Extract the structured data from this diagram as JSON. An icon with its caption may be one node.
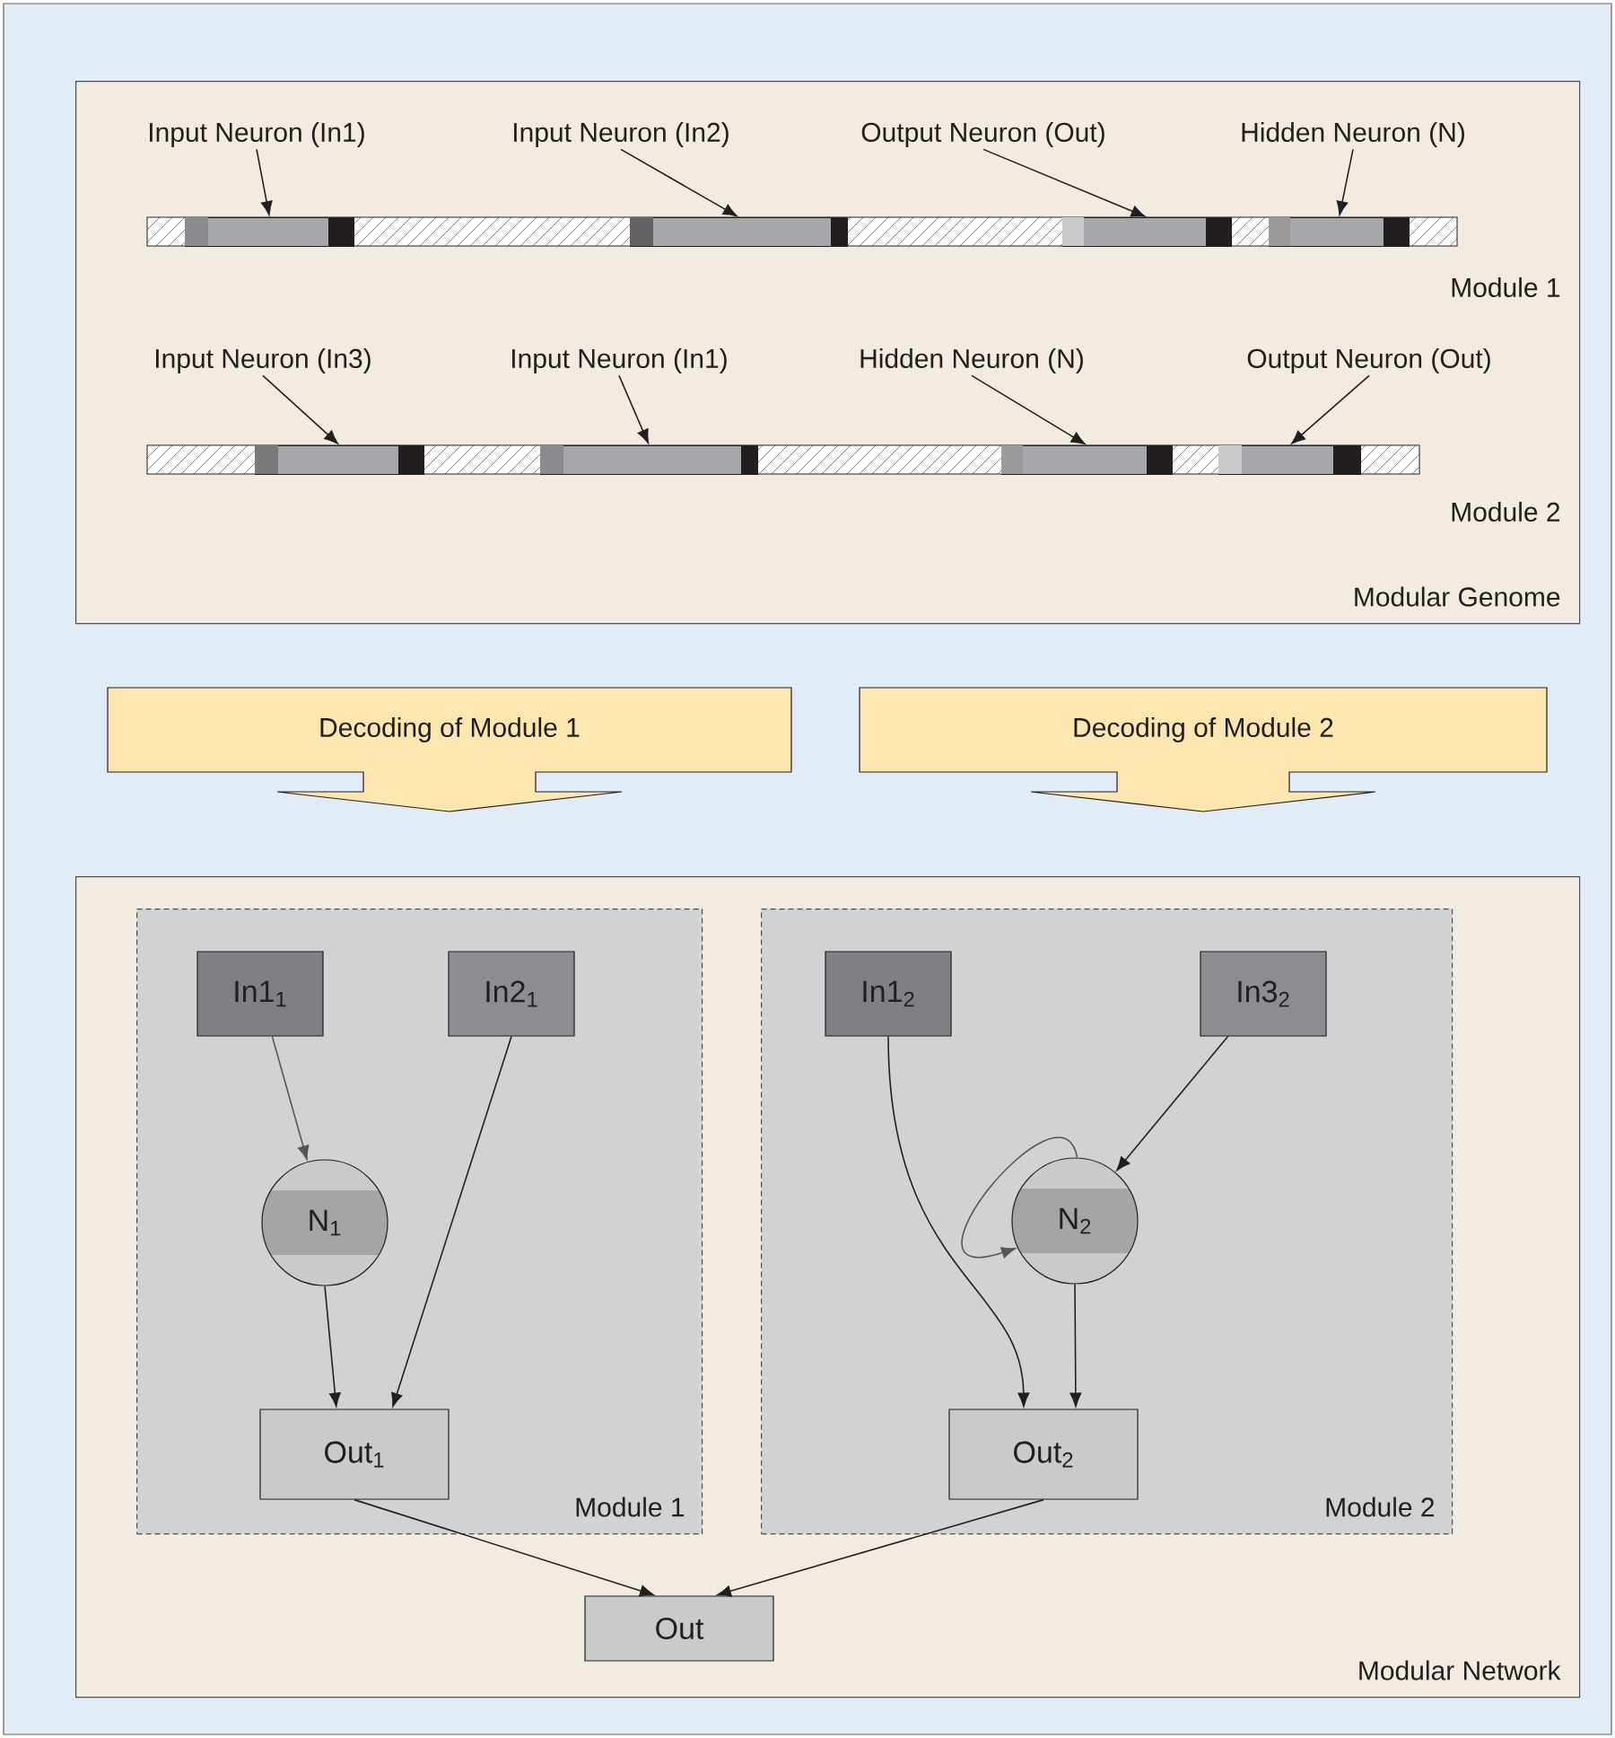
{
  "diagram": {
    "nodes": [
      {
        "text": [
          "Modular Genome"
        ]
      },
      {
        "text": [
          "Input Neuron (In1)"
        ],
        "in": 0
      },
      {
        "text": [
          "Input Neuron (In2)"
        ],
        "in": 0
      },
      {
        "text": [
          "Output Neuron (Out)"
        ],
        "in": 0
      },
      {
        "text": [
          "Hidden Neuron (N)"
        ],
        "in": 0
      },
      {
        "text": [
          "Input Neuron (In3)"
        ],
        "in": 0
      },
      {
        "text": [
          "Input Neuron (In1)"
        ],
        "in": 0
      },
      {
        "text": [
          "Hidden Neuron (N)"
        ],
        "in": 0
      },
      {
        "text": [
          "Output Neuron (Out)"
        ],
        "in": 0
      },
      {
        "text": [],
        "shape": "bar",
        "in": 0
      },
      {
        "text": [],
        "shape": "bar",
        "in": 0
      },
      {
        "text": [],
        "shape": "bar",
        "in": 0
      },
      {
        "text": [],
        "shape": "bar",
        "in": 0
      },
      {
        "text": [],
        "shape": "bar",
        "in": 0
      },
      {
        "text": [],
        "shape": "bar",
        "in": 0
      },
      {
        "text": [],
        "shape": "bar",
        "in": 0
      },
      {
        "text": [],
        "shape": "bar",
        "in": 0
      },
      {
        "text": [
          "Decoding of Module 1"
        ]
      },
      {
        "text": [
          "Decoding of Module 2"
        ]
      },
      {
        "text": [
          "Modular Network"
        ]
      },
      {
        "text": [
          "Module 1"
        ],
        "in": 19
      },
      {
        "text": [
          "In1$_{1}$"
        ],
        "in": 20
      },
      {
        "text": [
          "In2$_{1}$"
        ],
        "in": 20
      },
      {
        "text": [
          "N$_{1}$"
        ],
        "in": 20
      },
      {
        "text": [
          "Out$_{1}$"
        ],
        "in": 20
      },
      {
        "text": [
          "Module 2"
        ],
        "in": 19
      },
      {
        "text": [
          "In1$_{2}$"
        ],
        "in": 25
      },
      {
        "text": [
          "In3$_{2}$"
        ],
        "in": 25
      },
      {
        "text": [
          "N$_{2}$"
        ],
        "in": 25
      },
      {
        "text": [
          "Out$_{2}$"
        ],
        "in": 25
      },
      {
        "text": [
          "Out"
        ],
        "in": 19
      }
    ],
    "edges": [
      {
        "from": 1,
        "to": 9,
        "arrow": "to"
      },
      {
        "from": 2,
        "to": 10,
        "arrow": "to"
      },
      {
        "from": 3,
        "to": 11,
        "arrow": "to"
      },
      {
        "from": 4,
        "to": 12,
        "arrow": "to"
      },
      {
        "from": 5,
        "to": 13,
        "arrow": "to"
      },
      {
        "from": 6,
        "to": 14,
        "arrow": "to"
      },
      {
        "from": 7,
        "to": 15,
        "arrow": "to"
      },
      {
        "from": 8,
        "to": 16,
        "arrow": "to"
      },
      {
        "from": 21,
        "to": 23,
        "arrow": "to",
        "color": "#555555"
      },
      {
        "from": 22,
        "to": 24,
        "arrow": "to"
      },
      {
        "from": 23,
        "to": 24,
        "arrow": "to"
      },
      {
        "from": 26,
        "to": 29,
        "arrow": "to"
      },
      {
        "from": 27,
        "to": 28,
        "arrow": "to"
      },
      {
        "from": 28,
        "to": 28,
        "arrow": "to",
        "color": "#555555"
      },
      {
        "from": 28,
        "to": 29,
        "arrow": "to"
      },
      {
        "from": 24,
        "to": 30,
        "arrow": "to"
      },
      {
        "from": 29,
        "to": 30,
        "arrow": "to"
      }
    ],
    "labels": [
      "Module 1",
      "Module 2"
    ]
  }
}
